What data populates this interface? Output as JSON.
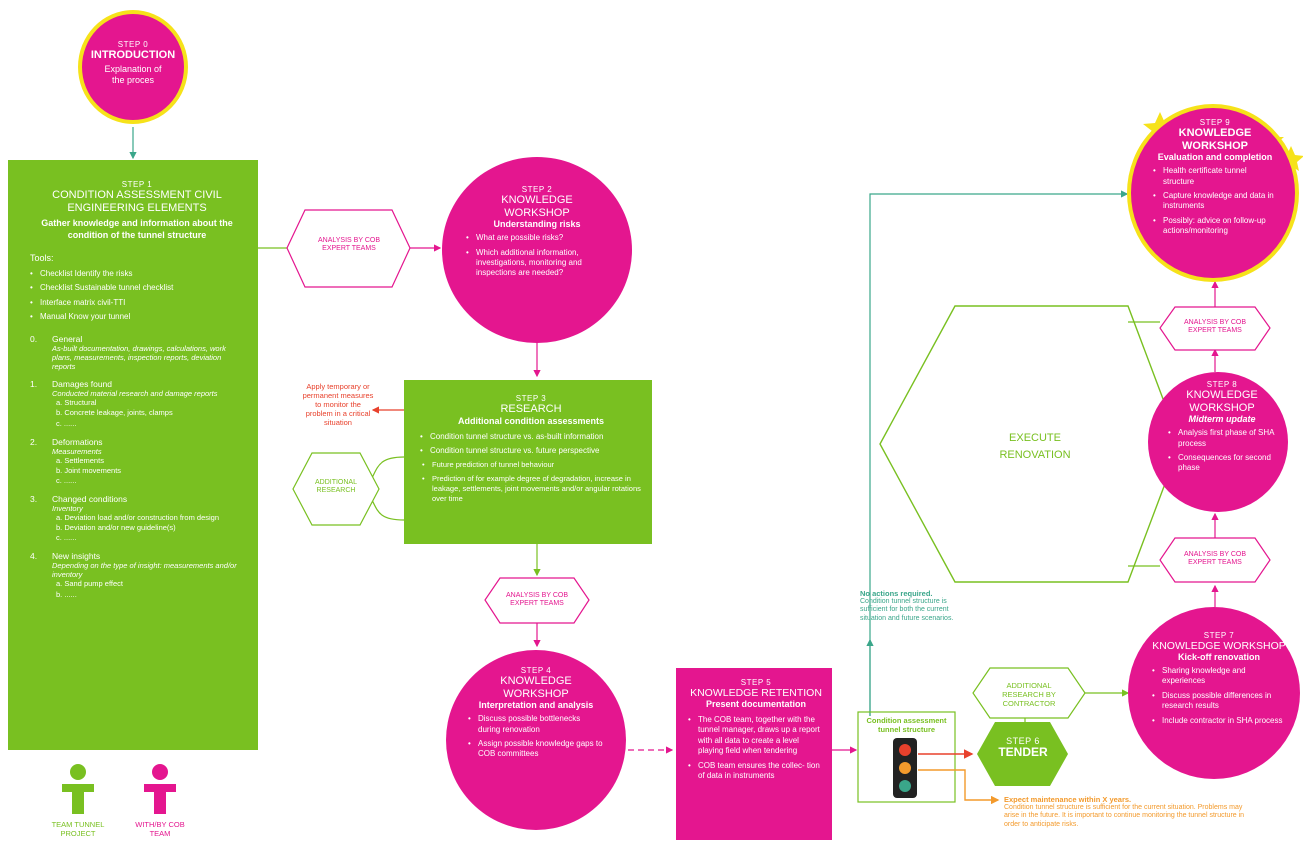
{
  "step0": {
    "step": "STEP 0",
    "title": "INTRODUCTION",
    "desc": "Explanation of the proces"
  },
  "step1": {
    "step": "STEP 1",
    "title": "CONDITION ASSESSMENT CIVIL ENGINEERING ELEMENTS",
    "subtitle": "Gather knowledge and information about the condition of the tunnel structure",
    "tools_label": "Tools:",
    "tools": [
      "Checklist Identify the risks",
      "Checklist Sustainable tunnel checklist",
      "Interface matrix civil-TTI",
      "Manual Know your tunnel"
    ],
    "categories": [
      {
        "num": "0.",
        "title": "General",
        "desc": "As-built documentation, drawings, calculations, work plans, measurements, inspection reports, deviation reports",
        "items": []
      },
      {
        "num": "1.",
        "title": "Damages found",
        "desc": "Conducted material research and damage reports",
        "items": [
          "a.  Structural",
          "b.  Concrete leakage, joints, clamps",
          "c.  ......"
        ]
      },
      {
        "num": "2.",
        "title": "Deformations",
        "desc": "Measurements",
        "items": [
          "a.  Settlements",
          "b.  Joint movements",
          "c.  ......"
        ]
      },
      {
        "num": "3.",
        "title": "Changed conditions",
        "desc": "Inventory",
        "items": [
          "a.  Deviation load and/or construction from design",
          "b.  Deviation and/or new guideline(s)",
          "c.  ......"
        ]
      },
      {
        "num": "4.",
        "title": "New insights",
        "desc": "Depending on the type of insight: measurements and/or inventory",
        "items": [
          "a.  Sand pump effect",
          "b.  ......"
        ]
      }
    ]
  },
  "step2": {
    "step": "STEP 2",
    "title": "KNOWLEDGE WORKSHOP",
    "subtitle": "Understanding risks",
    "bullets": [
      "What are possible risks?",
      "Which additional information, investigations, monitoring and inspections are needed?"
    ]
  },
  "step3": {
    "step": "STEP 3",
    "title": "RESEARCH",
    "subtitle": "Additional condition assessments",
    "bullets": [
      "Condition tunnel structure vs. as-built information",
      "Condition tunnel structure vs. future perspective"
    ],
    "subbullets": [
      "Future prediction of tunnel behaviour",
      "Prediction of for example degree of degradation, increase in leakage, settlements, joint movements and/or angular rotations over time"
    ]
  },
  "step4": {
    "step": "STEP 4",
    "title": "KNOWLEDGE WORKSHOP",
    "subtitle": "Interpretation and analysis",
    "bullets": [
      "Discuss possible bottlenecks during renovation",
      "Assign possible knowledge gaps to COB committees"
    ]
  },
  "step5": {
    "step": "STEP 5",
    "title": "KNOWLEDGE RETENTION",
    "subtitle": "Present documentation",
    "bullets": [
      "The COB team, together with the tunnel manager, draws up a report with all data to create a level playing field when tendering",
      "COB team ensures the collec- tion of data in instruments"
    ]
  },
  "step6": {
    "step": "STEP 6",
    "title": "TENDER"
  },
  "step7": {
    "step": "STEP 7",
    "title": "KNOWLEDGE WORKSHOP",
    "subtitle": "Kick-off renovation",
    "bullets": [
      "Sharing knowledge and experiences",
      "Discuss possible differences in research results",
      "Include contractor in SHA process"
    ]
  },
  "step8": {
    "step": "STEP 8",
    "title": "KNOWLEDGE WORKSHOP",
    "subtitle": "Midterm update",
    "bullets": [
      "Analysis first phase of SHA process",
      "Consequences for second phase"
    ]
  },
  "step9": {
    "step": "STEP 9",
    "title": "KNOWLEDGE WORKSHOP",
    "subtitle": "Evaluation and completion",
    "bullets": [
      "Health certificate tunnel structure",
      "Capture knowledge and data in instruments",
      "Possibly: advice on follow-up actions/monitoring"
    ]
  },
  "hex_labels": {
    "analysis_1": "ANALYSIS BY COB EXPERT TEAMS",
    "additional_research": "ADDITIONAL RESEARCH",
    "analysis_2": "ANALYSIS BY COB EXPERT TEAMS",
    "analysis_3": "ANALYSIS BY COB EXPERT TEAMS",
    "analysis_4": "ANALYSIS BY COB EXPERT TEAMS",
    "additional_contractor": "ADDITIONAL RESEARCH BY CONTRACTOR",
    "execute": "EXECUTE RENOVATION"
  },
  "temporary_measures": "Apply temporary or permanent measures to monitor the problem in a critical situation",
  "condition_box": "Condition assessment tunnel structure",
  "no_actions": {
    "title": "No actions required.",
    "text": "Condition tunnel structure is sufficient for both the current situation and future scenarios."
  },
  "maintenance": {
    "title": "Expect maintenance within X years.",
    "text": "Condition tunnel structure is sufficient for the current situation. Problems may arise in the future. It is important to continue monitoring the tunnel structure in order to anticipate risks."
  },
  "legend": {
    "team": "TEAM TUNNEL PROJECT",
    "cob": "WITH/BY COB TEAM"
  },
  "colors": {
    "green": "#79c021",
    "magenta": "#e4168f",
    "yellow": "#f6e21a",
    "red": "#e8412c",
    "orange": "#f39a2c",
    "teal": "#3aa68a"
  }
}
